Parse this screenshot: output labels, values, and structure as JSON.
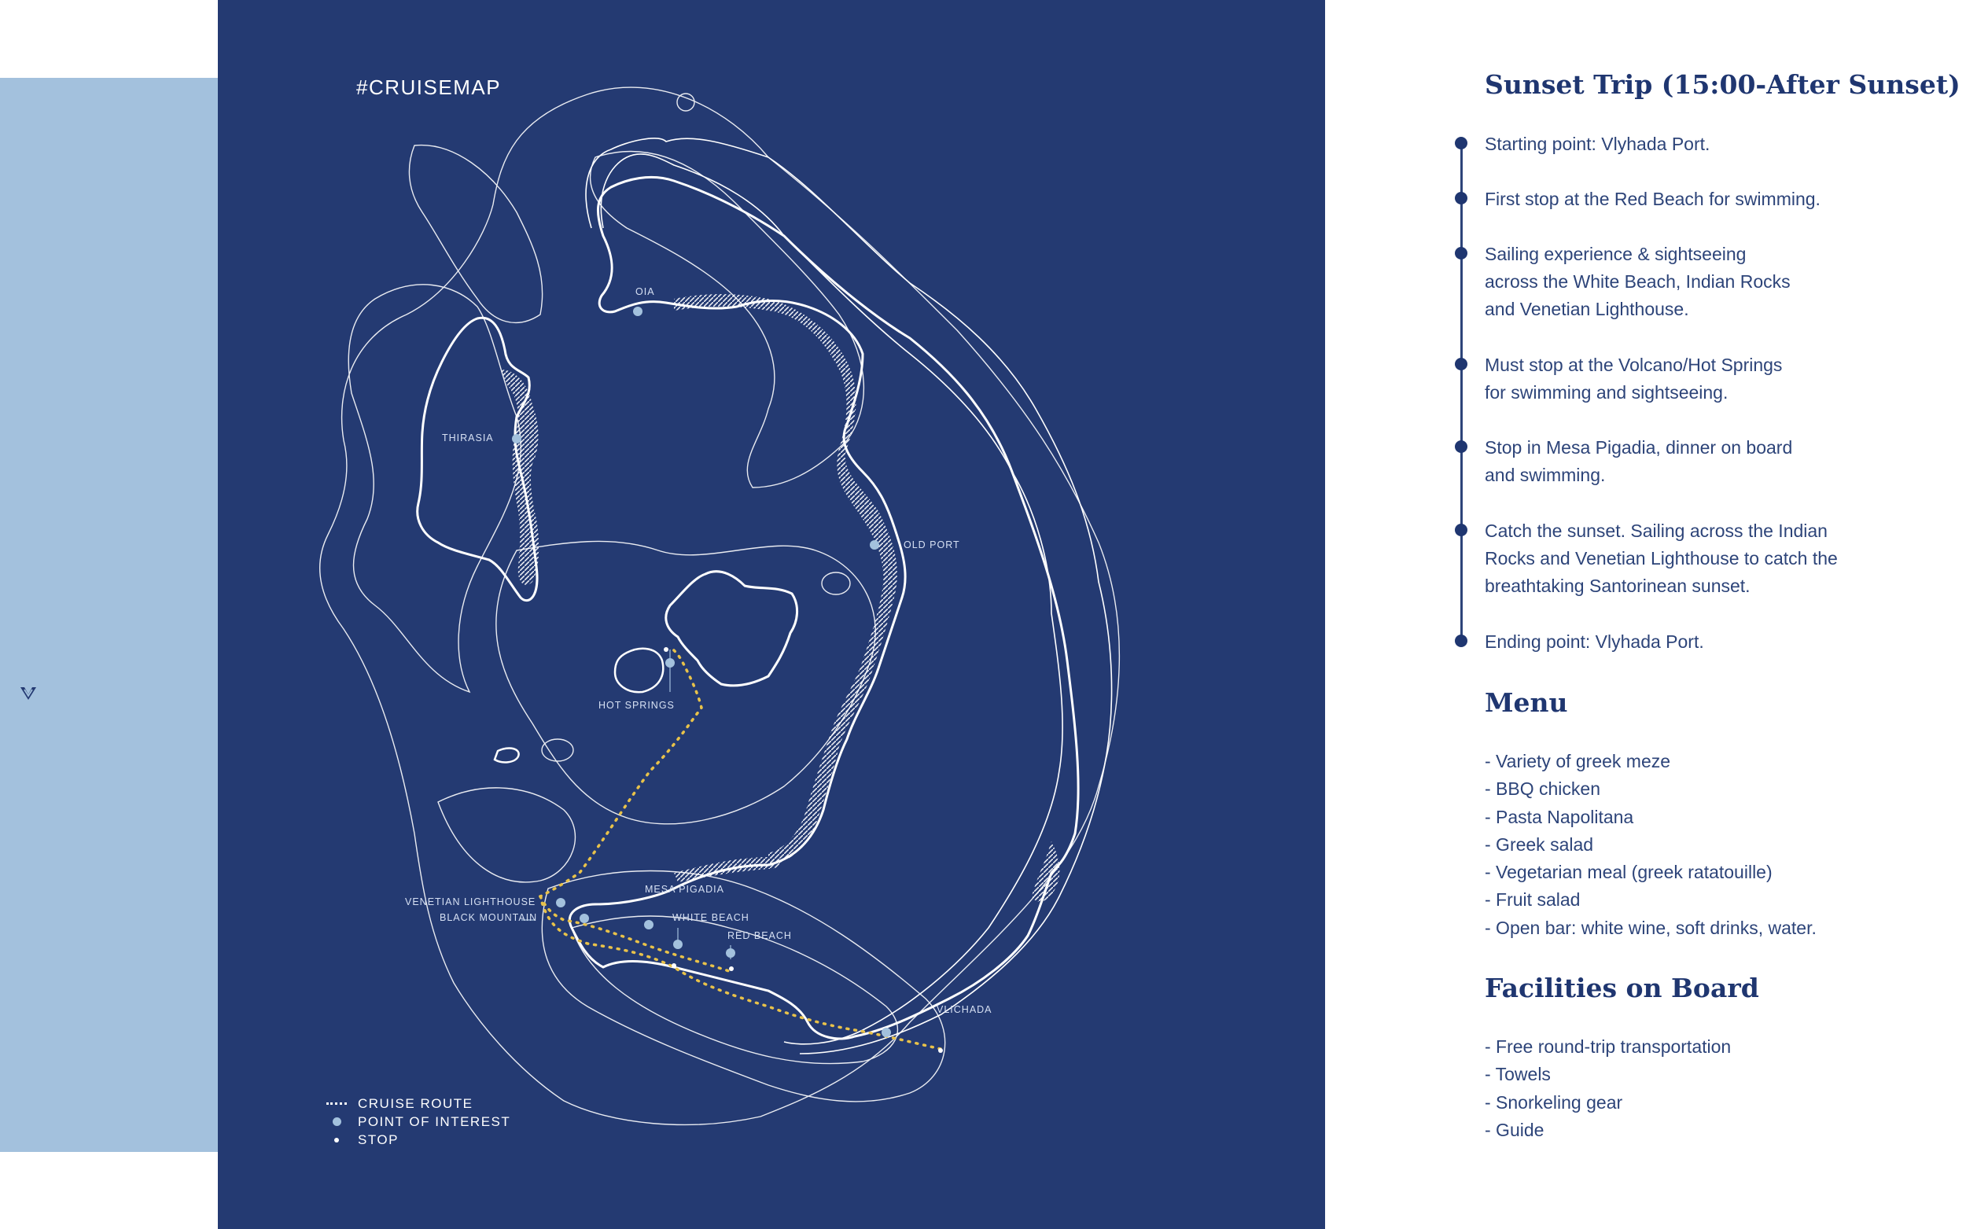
{
  "map": {
    "title": "#CRUISEMAP",
    "places": {
      "oia": "OIA",
      "thirasia": "THIRASIA",
      "old_port": "OLD PORT",
      "hot_springs": "HOT SPRINGS",
      "venetian_lighthouse": "VENETIAN LIGHTHOUSE",
      "black_mountain": "BLACK MOUNTAIN",
      "mesa_pigadia": "MESA PIGADIA",
      "white_beach": "WHITE BEACH",
      "red_beach": "RED BEACH",
      "vlichada": "VLICHADA"
    },
    "legend": {
      "route": "CRUISE ROUTE",
      "poi": "POINT OF INTEREST",
      "stop": "STOP"
    },
    "colors": {
      "background": "#243a72",
      "route": "#e8c24a",
      "poi": "#a3c1dd",
      "stop": "#ffffff"
    }
  },
  "trip": {
    "title": "Sunset Trip (15:00-After Sunset)",
    "steps": [
      "Starting point: Vlyhada Port.",
      "First stop at the Red Beach for swimming.",
      "Sailing experience & sightseeing\nacross the White Beach, Indian Rocks\nand Venetian Lighthouse.",
      "Must stop at the Volcano/Hot Springs\nfor swimming and sightseeing.",
      "Stop in Mesa Pigadia, dinner on board\nand swimming.",
      "Catch the sunset. Sailing across the Indian\nRocks and Venetian Lighthouse to catch the\nbreathtaking Santorinean sunset.",
      "Ending point: Vlyhada Port."
    ]
  },
  "menu": {
    "title": "Menu",
    "items": [
      "- Variety of greek meze",
      "- BBQ chicken",
      "- Pasta Napolitana",
      "- Greek salad",
      "- Vegetarian meal (greek ratatouille)",
      "- Fruit salad",
      "- Open bar: white wine, soft drinks, water."
    ]
  },
  "facilities": {
    "title": "Facilities on Board",
    "items": [
      "- Free round-trip transportation",
      "- Towels",
      "- Snorkeling gear",
      "- Guide"
    ]
  },
  "colors": {
    "accent": "#1f3670",
    "sidebar": "#a3c1dd"
  }
}
